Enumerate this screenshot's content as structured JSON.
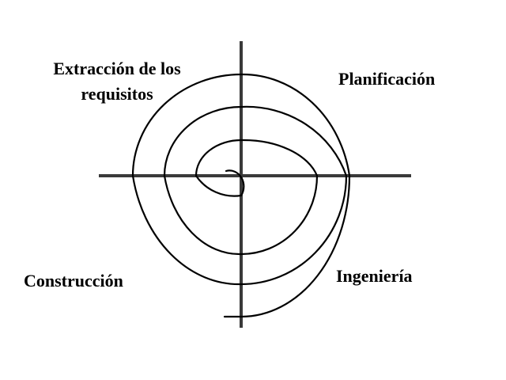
{
  "diagram": {
    "quadrants": {
      "top_left": {
        "lines": [
          "Extracción de los",
          "requisitos"
        ]
      },
      "top_right": {
        "lines": [
          "Planificación"
        ]
      },
      "bottom_left": {
        "lines": [
          "Construcción"
        ]
      },
      "bottom_right": {
        "lines": [
          "Ingeniería"
        ]
      }
    },
    "colors": {
      "ink": "#000000",
      "axis": "#3a3a3a",
      "background": "#ffffff"
    }
  }
}
